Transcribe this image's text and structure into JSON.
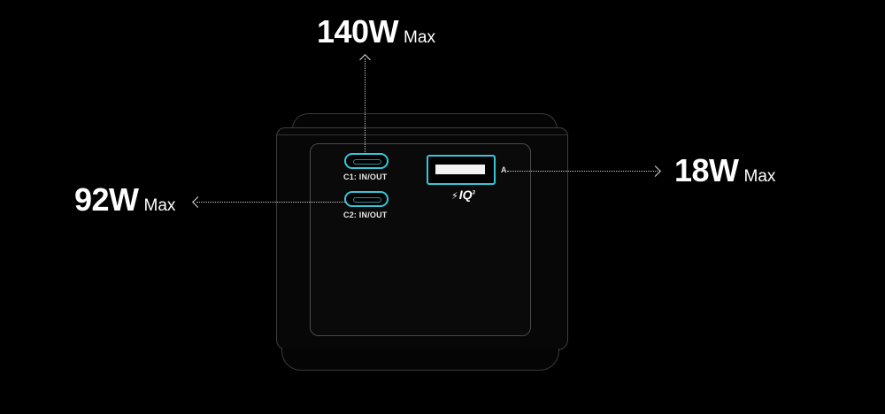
{
  "labels": {
    "top": {
      "value": "140W",
      "unit": "Max"
    },
    "left": {
      "value": "92W",
      "unit": "Max"
    },
    "right": {
      "value": "18W",
      "unit": "Max"
    }
  },
  "ports": {
    "c1_caption": "C1: IN/OUT",
    "c2_caption": "C2: IN/OUT",
    "usba_letter": "A",
    "poweriq_text": "IQ",
    "poweriq_sup": "3",
    "poweriq_bolt": "⚡"
  },
  "colors": {
    "accent": "#38c6d9",
    "background": "#000000",
    "text": "#ffffff"
  }
}
